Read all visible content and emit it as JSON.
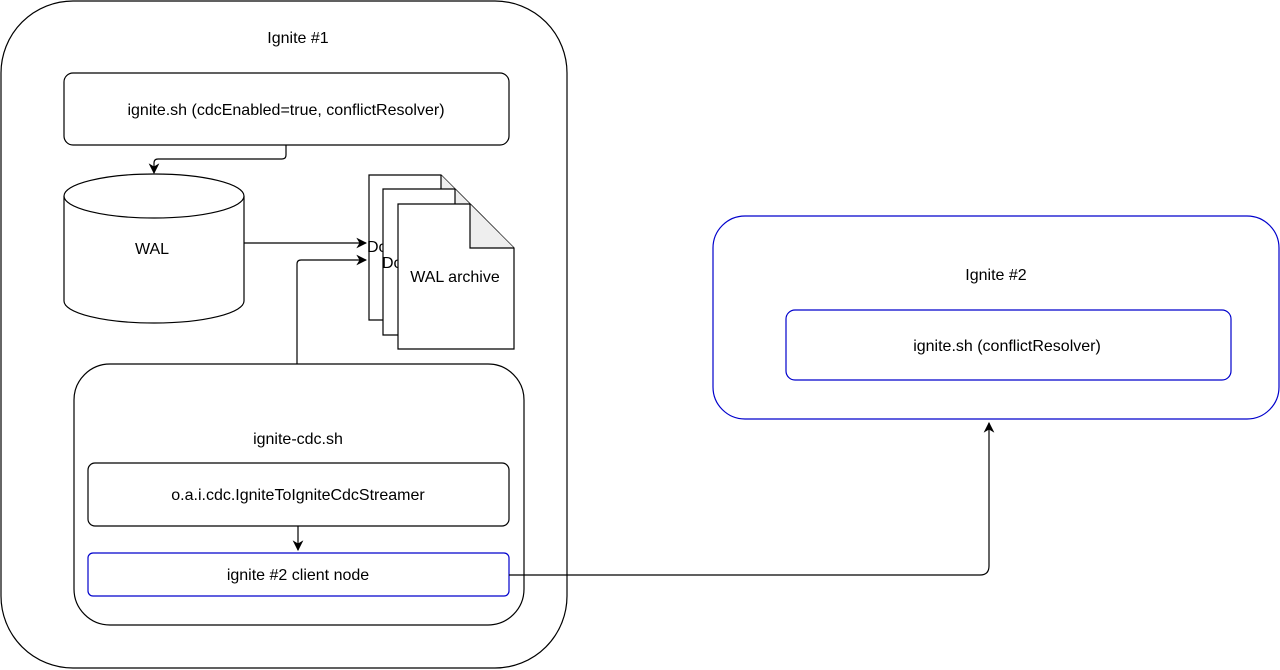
{
  "ignite1": {
    "title": "Ignite #1",
    "server": "ignite.sh (cdcEnabled=true, conflictResolver)",
    "wal": "WAL",
    "archive": {
      "back_labels": [
        "Doc",
        "Doc"
      ],
      "label": "WAL archive"
    },
    "cdc": {
      "title": "ignite-cdc.sh",
      "streamer": "o.a.i.cdc.IgniteToIgniteCdcStreamer",
      "client_node": "ignite #2 client node"
    }
  },
  "ignite2": {
    "title": "Ignite #2",
    "server": "ignite.sh (conflictResolver)"
  },
  "colors": {
    "stroke": "#000000",
    "accent": "#0000cc",
    "fold": "#eeeeee"
  }
}
